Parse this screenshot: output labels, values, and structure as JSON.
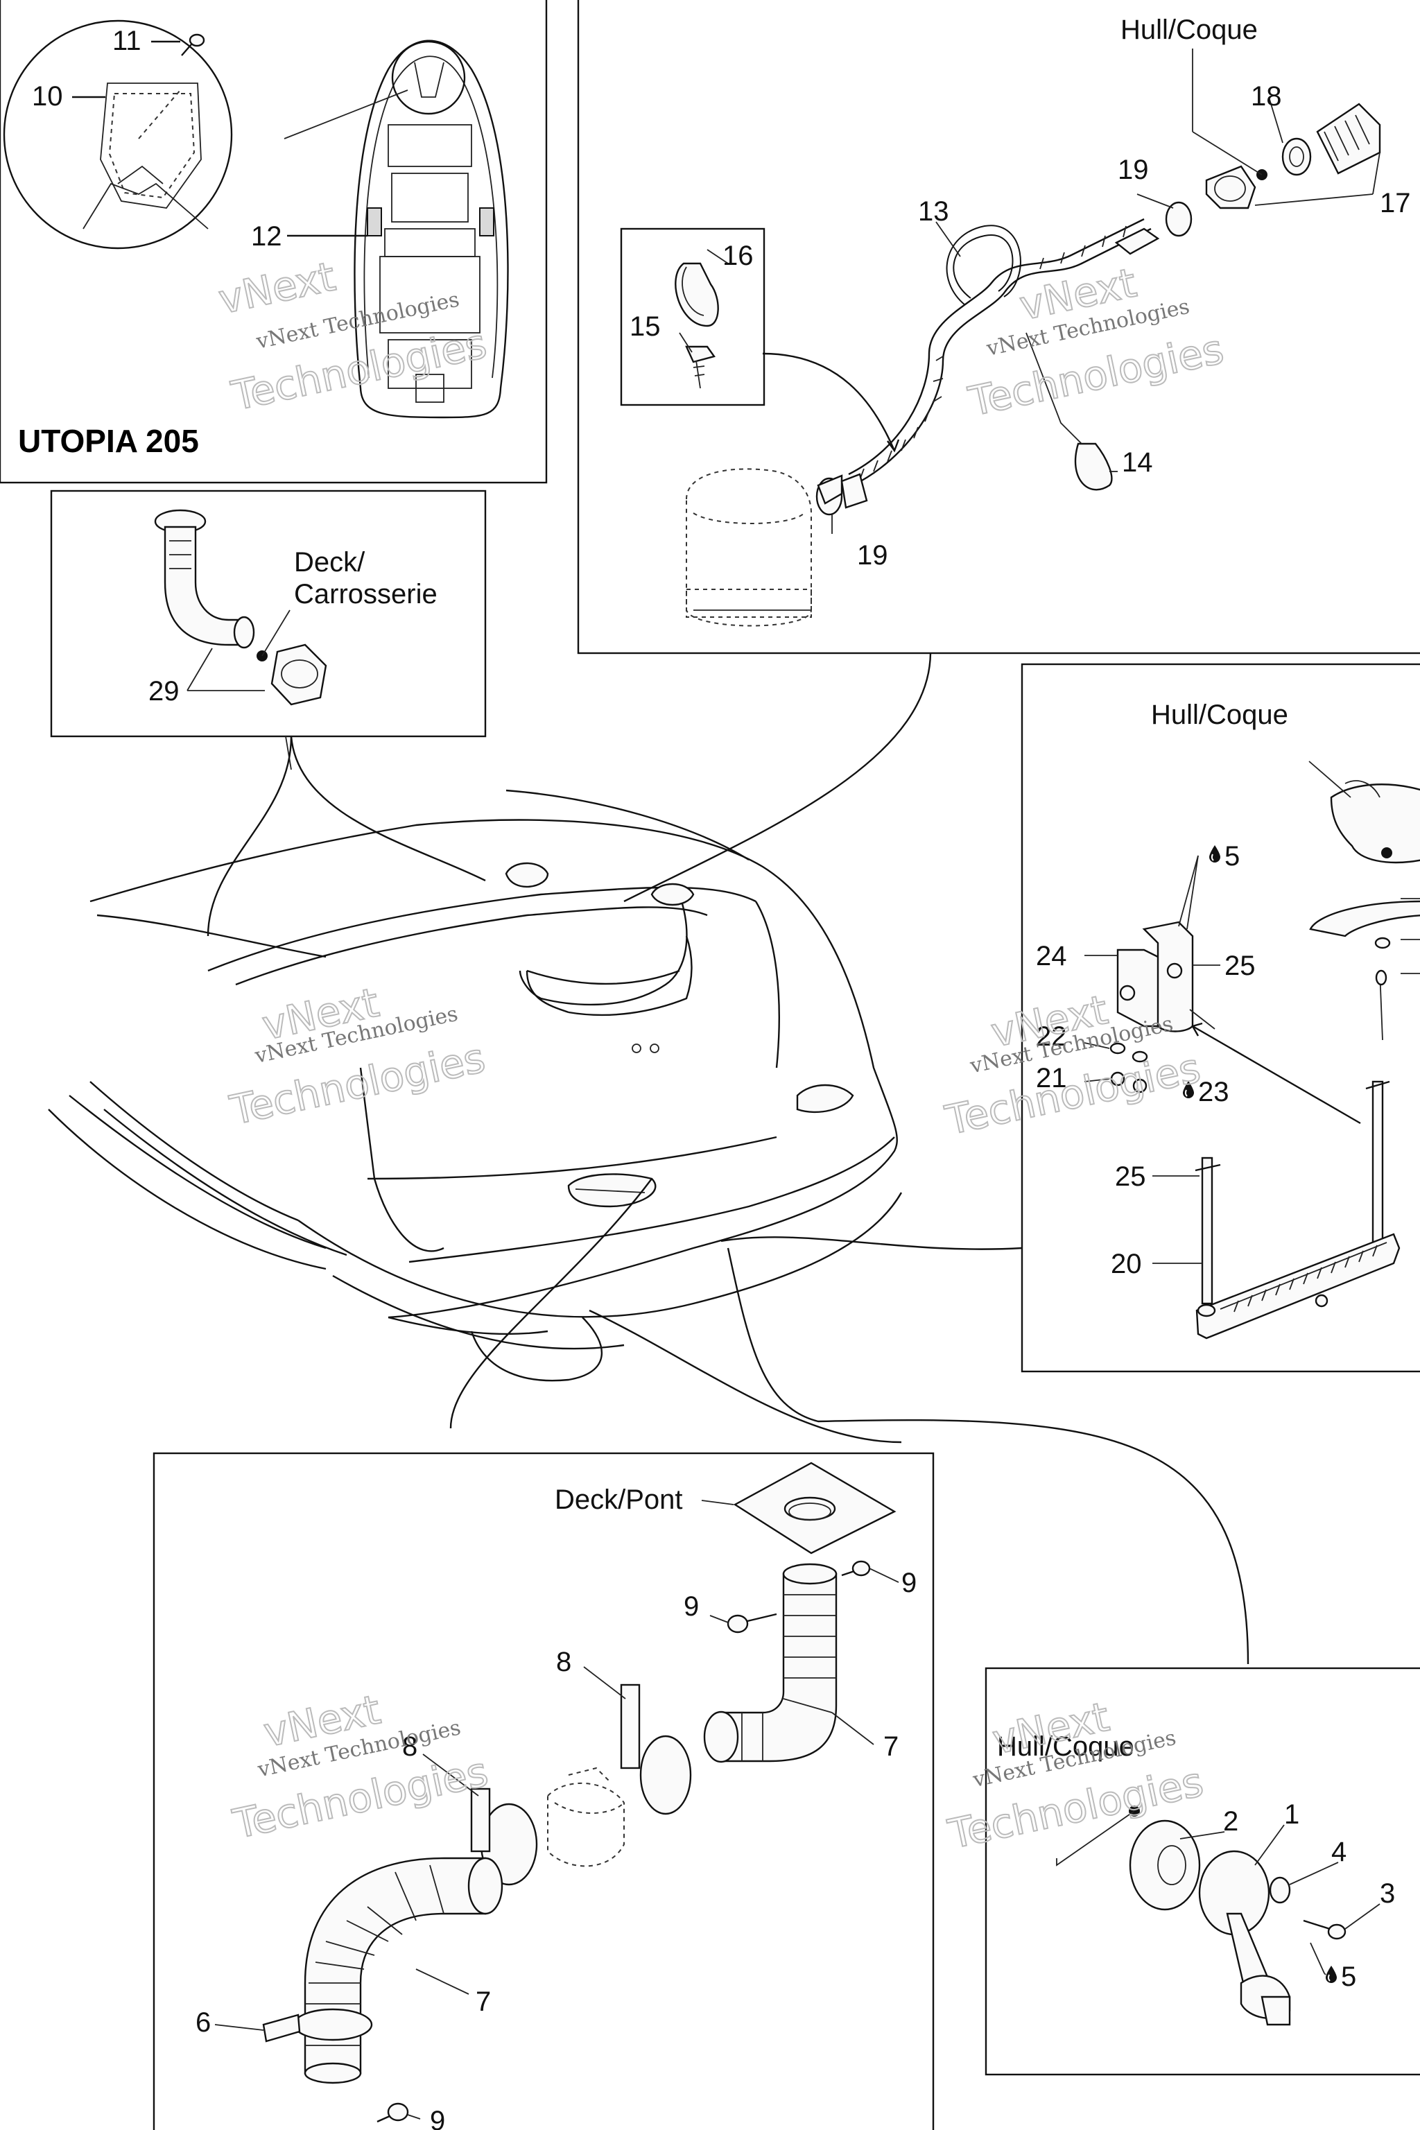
{
  "model_title": "UTOPIA 205",
  "watermark": {
    "line1": "vNext",
    "line2": "vNext Technologies",
    "line3": "Technologies"
  },
  "surfaces": {
    "hull_coque": "Hull/Coque",
    "deck_line1": "Deck/",
    "deck_line2": "Carrosserie",
    "deck_pont": "Deck/Pont"
  },
  "callouts": {
    "c1": "1",
    "c2": "2",
    "c3": "3",
    "c4": "4",
    "c5": "5",
    "c6": "6",
    "c7": "7",
    "c8": "8",
    "c9": "9",
    "c10": "10",
    "c11": "11",
    "c12": "12",
    "c13": "13",
    "c14": "14",
    "c15": "15",
    "c16": "16",
    "c17": "17",
    "c18": "18",
    "c19": "19",
    "c20": "20",
    "c21": "21",
    "c22": "22",
    "c23": "23",
    "c24": "24",
    "c25": "25",
    "c29": "29"
  },
  "icons": {
    "sealant_drop": "drop-icon"
  }
}
